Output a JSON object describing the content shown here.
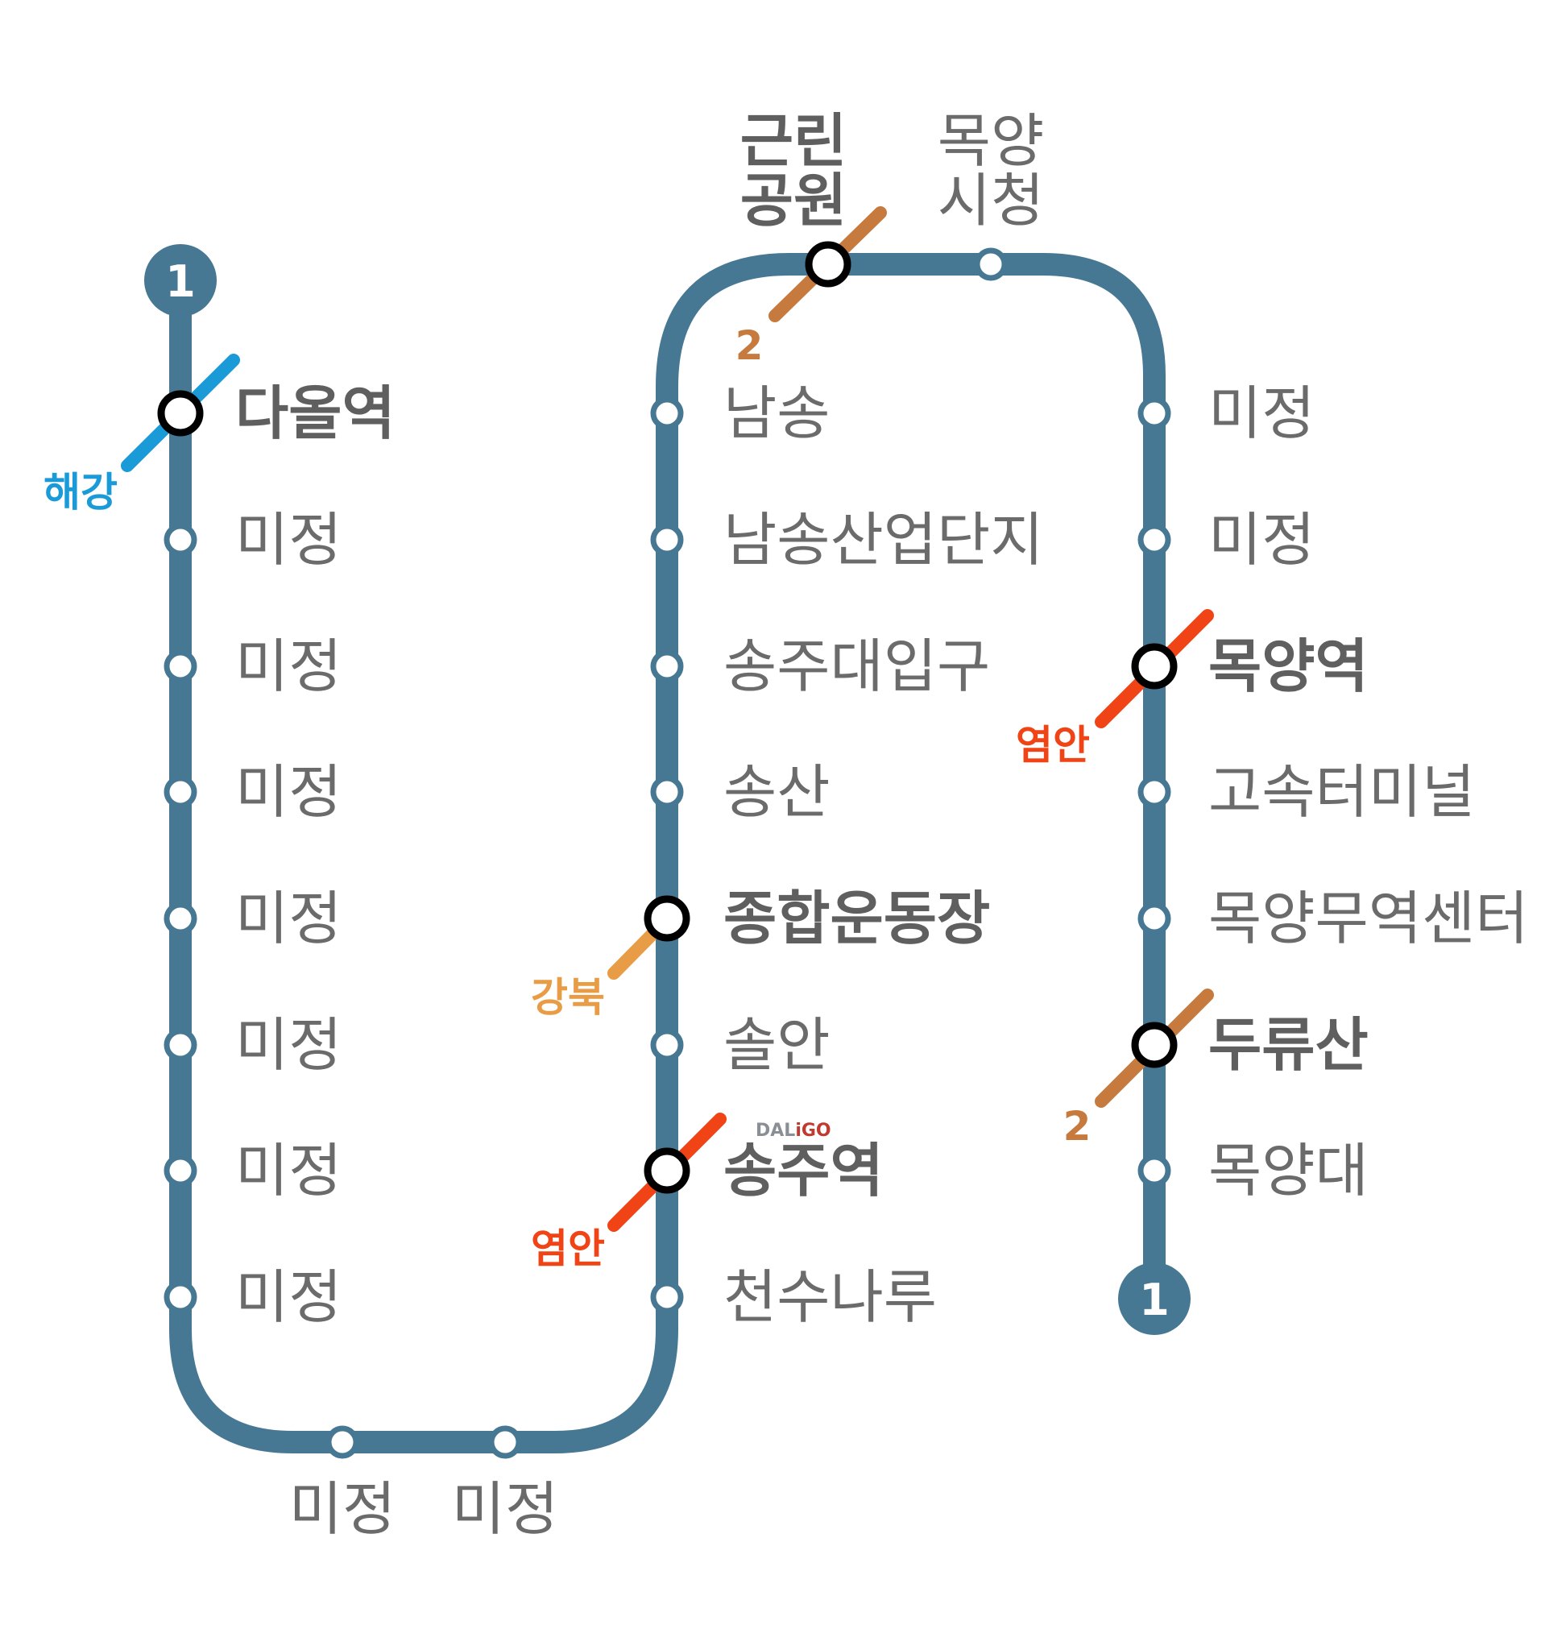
{
  "line": {
    "number": "1",
    "color": "#467893"
  },
  "colors": {
    "haegang": "#1a9ad6",
    "line2": "#c77a3e",
    "gangbuk": "#e89c45",
    "yeoman": "#f04416",
    "station_fill": "#ffffff",
    "interchange_ring": "#000000",
    "label": "#6b6b6b",
    "brand_a": "#8a8f96",
    "brand_b": "#c03a2f"
  },
  "stations": {
    "daol": "다올역",
    "left_1": "미정",
    "left_2": "미정",
    "left_3": "미정",
    "left_4": "미정",
    "left_5": "미정",
    "left_6": "미정",
    "left_7": "미정",
    "bottom_1": "미정",
    "bottom_2": "미정",
    "cheonsu": "천수나루",
    "songju": "송주역",
    "solan": "솔안",
    "jonghap": "종합운동장",
    "songsan": "송산",
    "songjudae": "송주대입구",
    "namsong_ind": "남송산업단지",
    "namsong": "남송",
    "geunrin_l1": "근린",
    "geunrin_l2": "공원",
    "mokyang_city_l1": "목양",
    "mokyang_city_l2": "시청",
    "right_1": "미정",
    "right_2": "미정",
    "mokyang": "목양역",
    "terminal": "고속터미널",
    "trade": "목양무역센터",
    "duryusan": "두류산",
    "mokyangdae": "목양대"
  },
  "transfers": {
    "haegang": "해강",
    "line2_top": "2",
    "gangbuk": "강북",
    "yeoman_left": "염안",
    "yeoman_right": "염안",
    "line2_right": "2"
  },
  "brand": {
    "part_a": "DAL",
    "part_b": "iGO"
  }
}
